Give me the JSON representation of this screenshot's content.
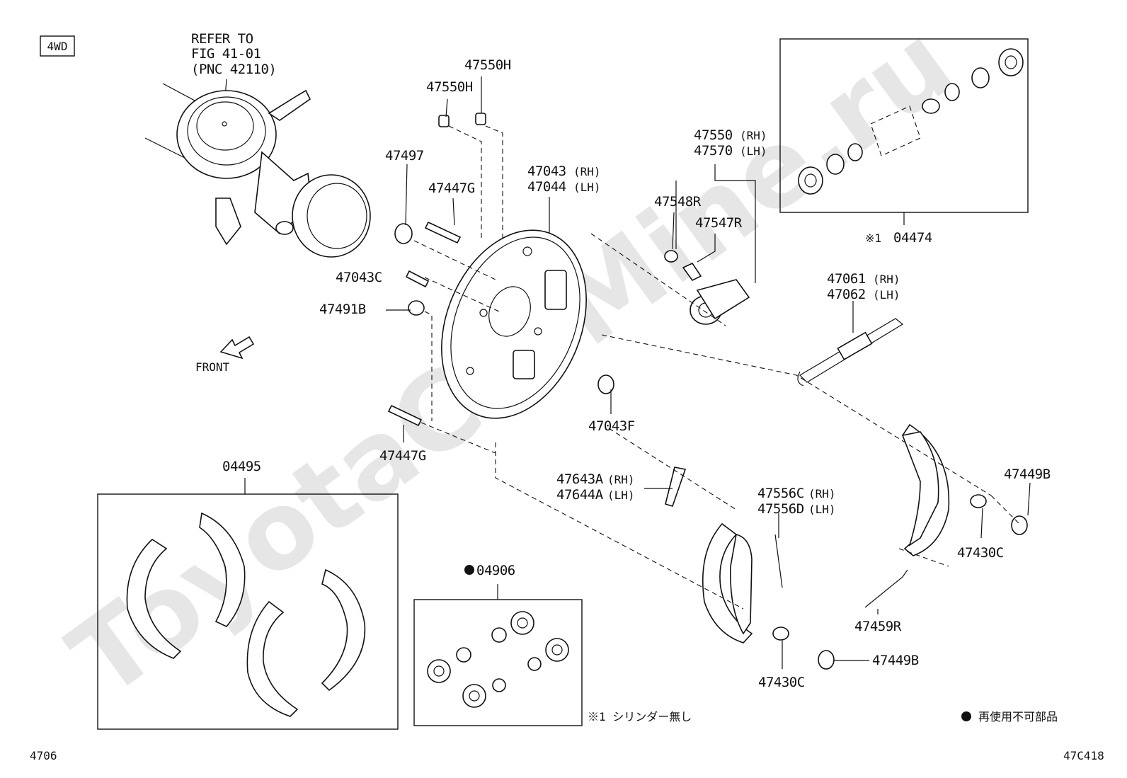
{
  "badge": "4WD",
  "refer": [
    "REFER TO",
    "FIG 41-01",
    "(PNC 42110)"
  ],
  "front_label": "FRONT",
  "watermark": "ToyotaCarMine.ru",
  "labels": {
    "p47550H_a": "47550H",
    "p47550H_b": "47550H",
    "p47497": "47497",
    "p47447G_top": "47447G",
    "p47043": "47043",
    "p47043_rh": "(RH)",
    "p47044": "47044",
    "p47044_lh": "(LH)",
    "p47550": "47550",
    "p47550_rh": "(RH)",
    "p47570": "47570",
    "p47570_lh": "(LH)",
    "p47548R": "47548R",
    "p47547R": "47547R",
    "p47043C": "47043C",
    "p47491B": "47491B",
    "p04474_mark": "※1",
    "p04474": "04474",
    "p47061": "47061",
    "p47061_rh": "(RH)",
    "p47062": "47062",
    "p47062_lh": "(LH)",
    "p47043F": "47043F",
    "p47447G_bot": "47447G",
    "p04495": "04495",
    "p47643A": "47643A",
    "p47643A_rh": "(RH)",
    "p47644A": "47644A",
    "p47644A_lh": "(LH)",
    "p47556C": "47556C",
    "p47556C_rh": "(RH)",
    "p47556D": "47556D",
    "p47556D_lh": "(LH)",
    "p47449B_r": "47449B",
    "p47430C_r": "47430C",
    "p04906": "04906",
    "p47459R": "47459R",
    "p47449B_b": "47449B",
    "p47430C_b": "47430C"
  },
  "note_cylinder": "※1 シリンダー無し",
  "legend_text": "再使用不可部品",
  "footer_left": "4706",
  "footer_right": "47C418"
}
